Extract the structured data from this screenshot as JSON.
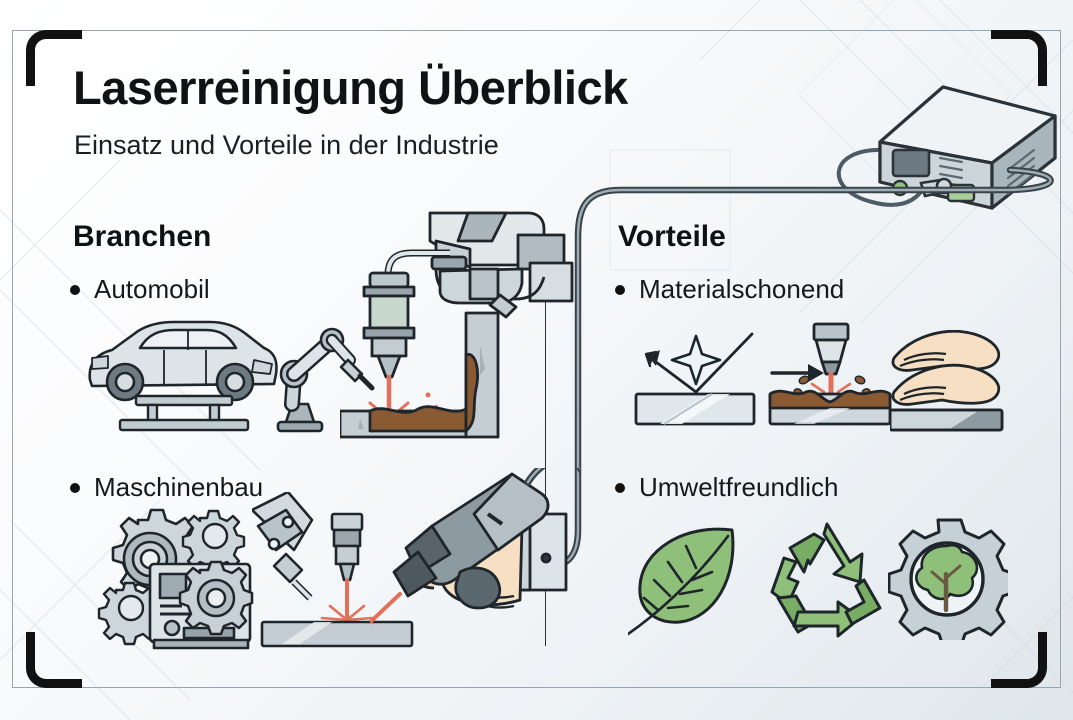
{
  "poster": {
    "title": "Laserreinigung Überblick",
    "subtitle": "Einsatz und Vorteile in der Industrie",
    "colors": {
      "ink": "#101214",
      "metal_light": "#e3e8ea",
      "metal_mid": "#b9c3c8",
      "metal_dark": "#8d979d",
      "outline": "#1b2024",
      "rust": "#8a5a33",
      "laser": "#e2705a",
      "green": "#7fb069",
      "green_dark": "#5f954b",
      "skin": "#f7dfc4",
      "background_top": "#ffffff",
      "background_bottom": "#dfe6ea"
    }
  },
  "sections": [
    {
      "id": "branchen",
      "heading": "Branchen",
      "bullets": [
        {
          "label": "Automobil",
          "icons": [
            "car-on-lift-icon",
            "robot-arm-icon",
            "laser-head-rust-removal-icon"
          ]
        },
        {
          "label": "Maschinenbau",
          "icons": [
            "gears-machine-icon",
            "fixed-laser-nozzle-icon",
            "handheld-laser-gun-icon"
          ]
        }
      ]
    },
    {
      "id": "vorteile",
      "heading": "Vorteile",
      "bullets": [
        {
          "label": "Materialschonend",
          "icons": [
            "clean-reflective-surface-icon",
            "arrow-right-icon",
            "laser-cleaning-rust-icon",
            "protecting-hands-icon"
          ]
        },
        {
          "label": "Umweltfreundlich",
          "icons": [
            "leaf-icon",
            "recycle-icon",
            "gear-tree-icon"
          ]
        }
      ]
    }
  ],
  "decor": {
    "laser_generator": "laser-generator-device-icon",
    "cable": "laser-cable-path",
    "frame": "corner-bracket-frame",
    "divider": "column-divider",
    "watermark": "diagonal-blueprint-watermark"
  }
}
